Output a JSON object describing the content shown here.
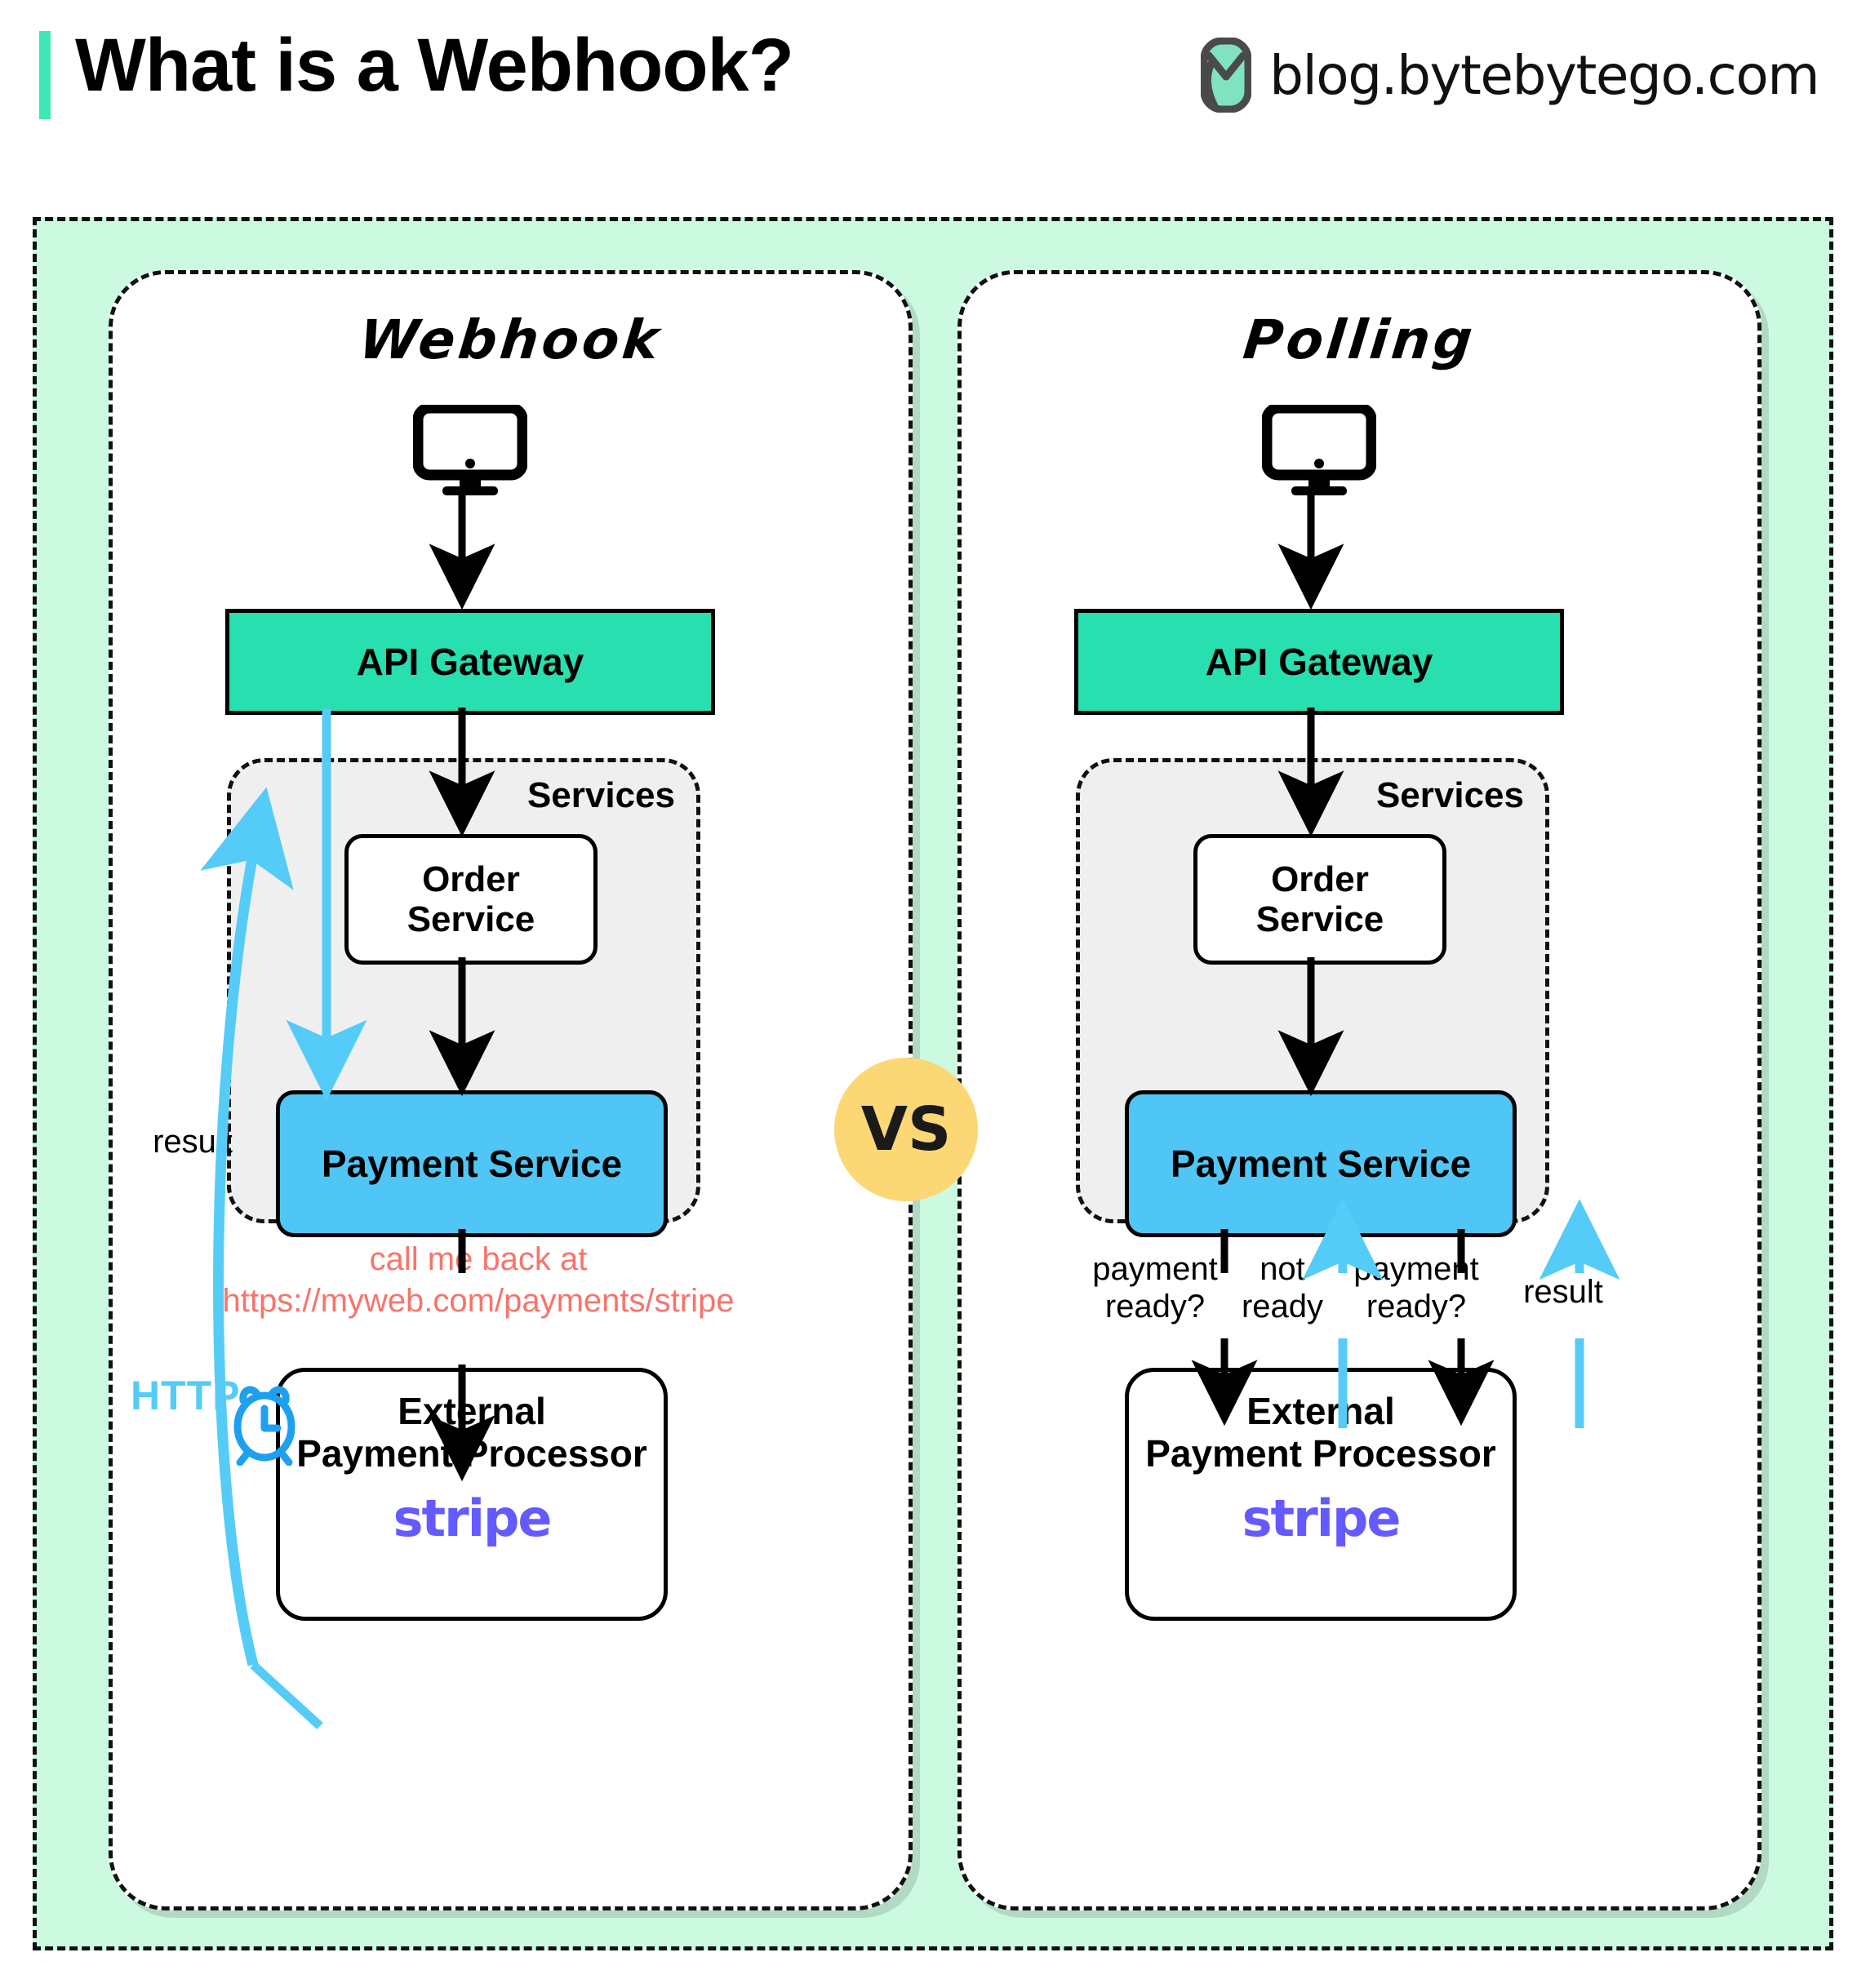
{
  "header": {
    "title": "What is a Webhook?",
    "brand": "blog.bytebytego.com",
    "accent_color": "#3EE8B5"
  },
  "vs_badge": {
    "label": "VS",
    "color": "#FCD776"
  },
  "colors": {
    "background_mint": "#CCFAE1",
    "api_gateway_green": "#27DFAF",
    "payment_service_blue": "#4FC6F5",
    "arrow_blue": "#55CCF7",
    "callback_red": "#F9736A",
    "stripe_purple": "#635BFF",
    "services_gray": "#EFEFEF"
  },
  "panels": [
    {
      "id": "webhook",
      "title": "Webhook",
      "nodes": {
        "client_icon": "monitor-icon",
        "api_gateway": "API Gateway",
        "services_label": "Services",
        "order_service_line1": "Order",
        "order_service_line2": "Service",
        "payment_service": "Payment Service",
        "external_line1": "External",
        "external_line2": "Payment Processor",
        "stripe_logo": "stripe"
      },
      "labels": {
        "callback_line1": "call me back at",
        "callback_line2": "https://myweb.com/payments/stripe",
        "result": "result",
        "http": "HTTP",
        "clock_icon": "alarm-clock-icon"
      }
    },
    {
      "id": "polling",
      "title": "Polling",
      "nodes": {
        "client_icon": "monitor-icon",
        "api_gateway": "API Gateway",
        "services_label": "Services",
        "order_service_line1": "Order",
        "order_service_line2": "Service",
        "payment_service": "Payment Service",
        "external_line1": "External",
        "external_line2": "Payment Processor",
        "stripe_logo": "stripe"
      },
      "labels": {
        "poll1_line1": "payment",
        "poll1_line2": "ready?",
        "poll2_line1": "not",
        "poll2_line2": "ready",
        "poll3_line1": "payment",
        "poll3_line2": "ready?",
        "poll4": "result"
      }
    }
  ]
}
